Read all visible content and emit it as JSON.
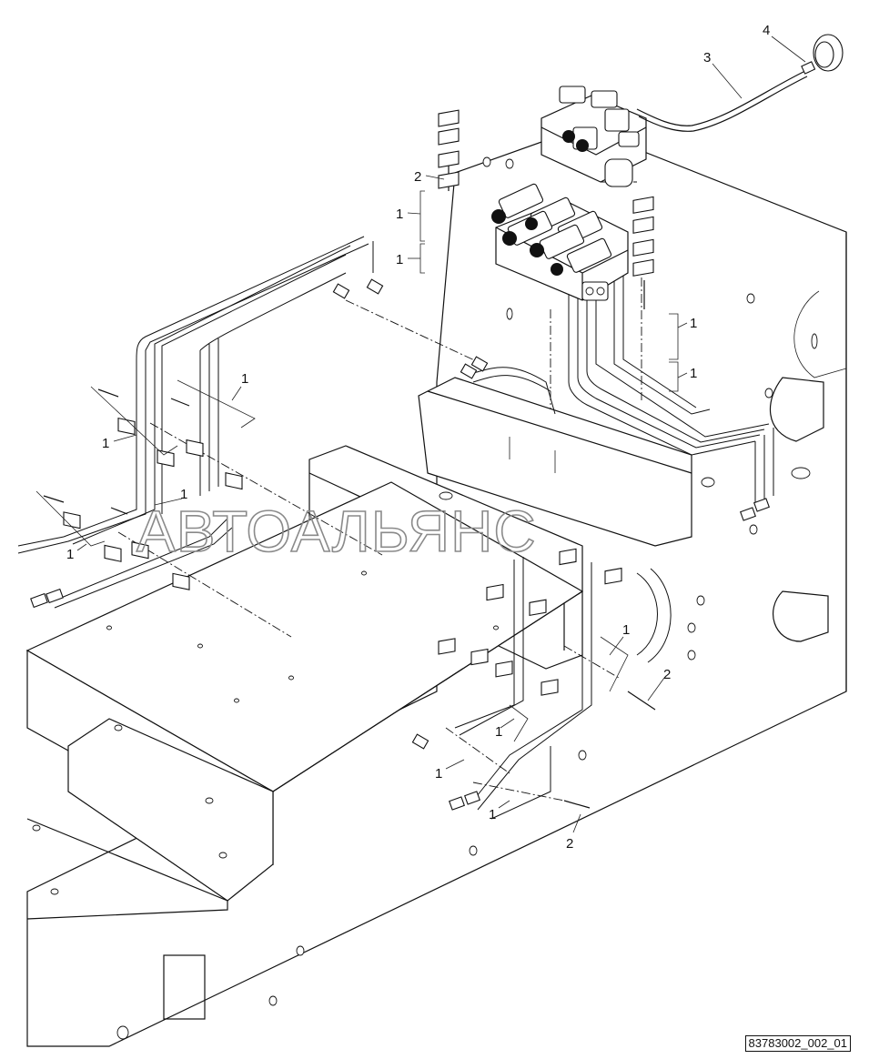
{
  "watermark": "АВТОАЛЬЯНС",
  "drawing_code": "83783002_002_01",
  "callouts": [
    {
      "id": "c4",
      "text": "4"
    },
    {
      "id": "c3",
      "text": "3"
    },
    {
      "id": "c2a",
      "text": "2"
    },
    {
      "id": "c1a",
      "text": "1"
    },
    {
      "id": "c1b",
      "text": "1"
    },
    {
      "id": "c1c",
      "text": "1"
    },
    {
      "id": "c1d",
      "text": "1"
    },
    {
      "id": "c1e",
      "text": "1"
    },
    {
      "id": "c1f",
      "text": "1"
    },
    {
      "id": "c1g",
      "text": "1"
    },
    {
      "id": "c1h",
      "text": "1"
    },
    {
      "id": "c1i",
      "text": "1"
    },
    {
      "id": "c1j",
      "text": "1"
    },
    {
      "id": "c1k",
      "text": "1"
    },
    {
      "id": "c1l",
      "text": "1"
    },
    {
      "id": "c2b",
      "text": "2"
    },
    {
      "id": "c2c",
      "text": "2"
    }
  ]
}
